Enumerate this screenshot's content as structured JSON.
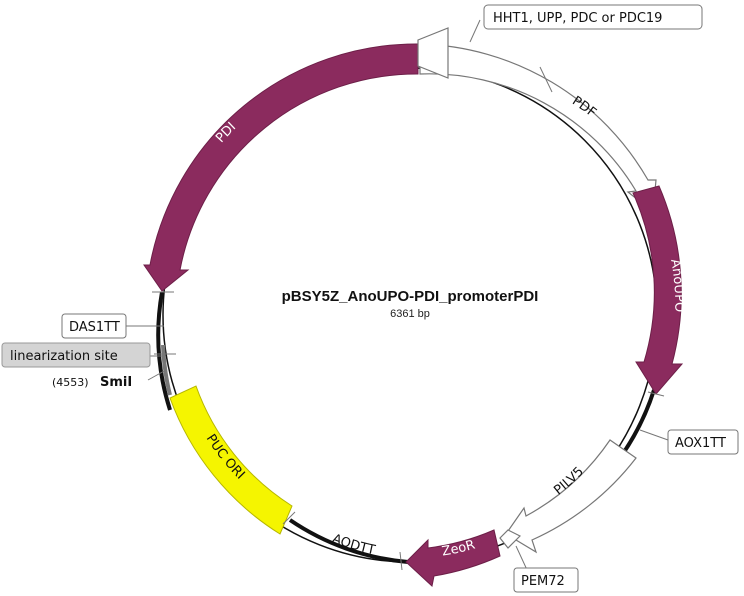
{
  "plasmid": {
    "name": "pBSY5Z_AnoUPO-PDI_promoterPDI",
    "size": "6361 bp"
  },
  "colors": {
    "cds": "#8b2b5e",
    "ori": "#f5f500",
    "promoter_fill": "#ffffff",
    "backbone": "#111111",
    "connector": "#777777"
  },
  "features": {
    "pdi": "PDI",
    "pdf": "PDF",
    "anoupo": "AnoUPO",
    "pilv5": "PILV5",
    "zeor": "ZeoR",
    "aodtt": "AODTT",
    "puc_ori": "PUC ORI"
  },
  "callouts": {
    "hht1": "HHT1, UPP, PDC or PDC19",
    "das1tt": "DAS1TT",
    "aox1tt": "AOX1TT",
    "pem72": "PEM72",
    "linearization": "linearization site"
  },
  "site": {
    "position": "(4553)",
    "enzyme": "SmiI"
  }
}
